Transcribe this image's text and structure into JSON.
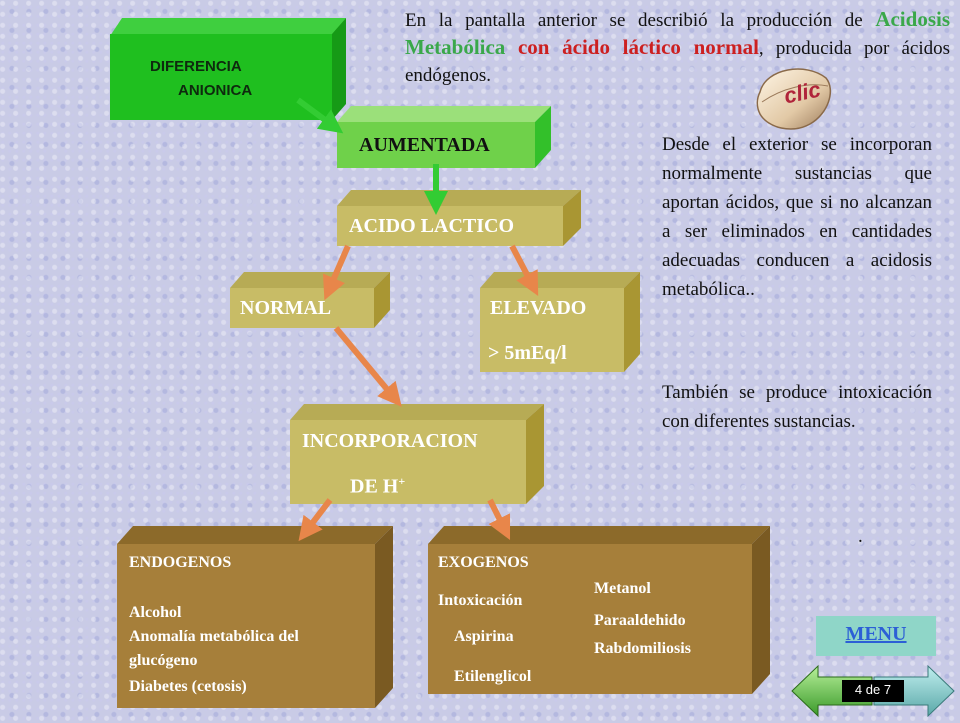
{
  "diagram": {
    "diferencia": [
      "DIFERENCIA",
      "ANIONICA"
    ],
    "aumentada": "AUMENTADA",
    "acido_lactico": "ACIDO LACTICO",
    "normal": "NORMAL",
    "elevado": [
      "ELEVADO",
      "> 5mEq/l"
    ],
    "incorporacion": [
      "INCORPORACION",
      "DE H",
      "+"
    ],
    "endogenos": {
      "title": "ENDOGENOS",
      "items": [
        "Alcohol",
        "Anomalía metabólica del",
        "glucógeno",
        "Diabetes (cetosis)"
      ]
    },
    "exogenos": {
      "title": "EXOGENOS",
      "left": [
        "Intoxicación",
        "Aspirina",
        "Etilenglicol"
      ],
      "right": [
        "Metanol",
        "Paraaldehido",
        "Rabdomiliosis"
      ]
    }
  },
  "text": {
    "intro": [
      "En la pantalla anterior se describió la producción de ",
      "Acidosis Metabólica",
      " con ácido láctico normal",
      ", producida por ácidos endógenos."
    ],
    "para1": "Desde el exterior se incorporan normalmente sustancias que aportan ácidos, que si no alcanzan a ser eliminados en cantidades adecuadas conducen a acidosis metabólica..",
    "para2": "También se produce intoxicación con diferentes sustancias.",
    "dot": "."
  },
  "nav": {
    "clic": "clic",
    "menu": "MENU",
    "page": "4 de 7"
  },
  "colors": {
    "green_box": "#1ebd1e",
    "green_light": "#7ed95a",
    "tan": "#c9bc6a",
    "tan_dark": "#b39a3e",
    "brown": "#a07d3a",
    "arrow_orange": "#e8864a",
    "arrow_green": "#33cc33",
    "menu_teal": "#8fd6c8"
  }
}
